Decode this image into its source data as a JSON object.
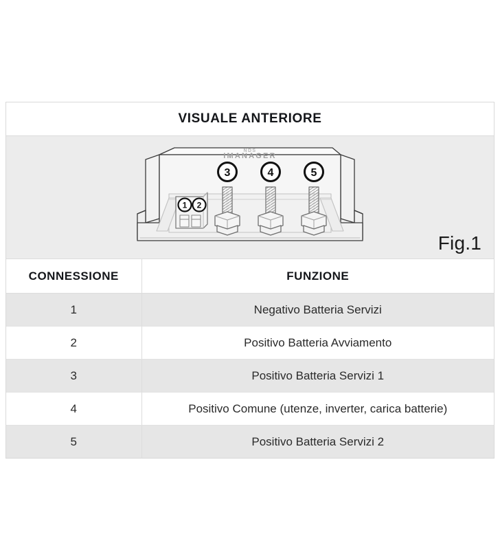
{
  "figure": {
    "title": "VISUALE ANTERIORE",
    "caption": "Fig.1",
    "device": {
      "brand": "NDS",
      "model": "IMANAGER",
      "terminal_badges": [
        "1",
        "2",
        "3",
        "4",
        "5"
      ]
    }
  },
  "table": {
    "headers": {
      "connection": "CONNESSIONE",
      "function": "FUNZIONE"
    },
    "rows": [
      {
        "connection": "1",
        "function": "Negativo Batteria Servizi"
      },
      {
        "connection": "2",
        "function": "Positivo Batteria Avviamento"
      },
      {
        "connection": "3",
        "function": "Positivo Batteria Servizi 1"
      },
      {
        "connection": "4",
        "function": "Positivo Comune (utenze, inverter, carica batterie)"
      },
      {
        "connection": "5",
        "function": "Positivo Batteria Servizi 2"
      }
    ]
  },
  "colors": {
    "panel_gray": "#ececec",
    "row_gray": "#e6e6e6",
    "border": "#dcdcdc",
    "text": "#1a1a1a"
  }
}
